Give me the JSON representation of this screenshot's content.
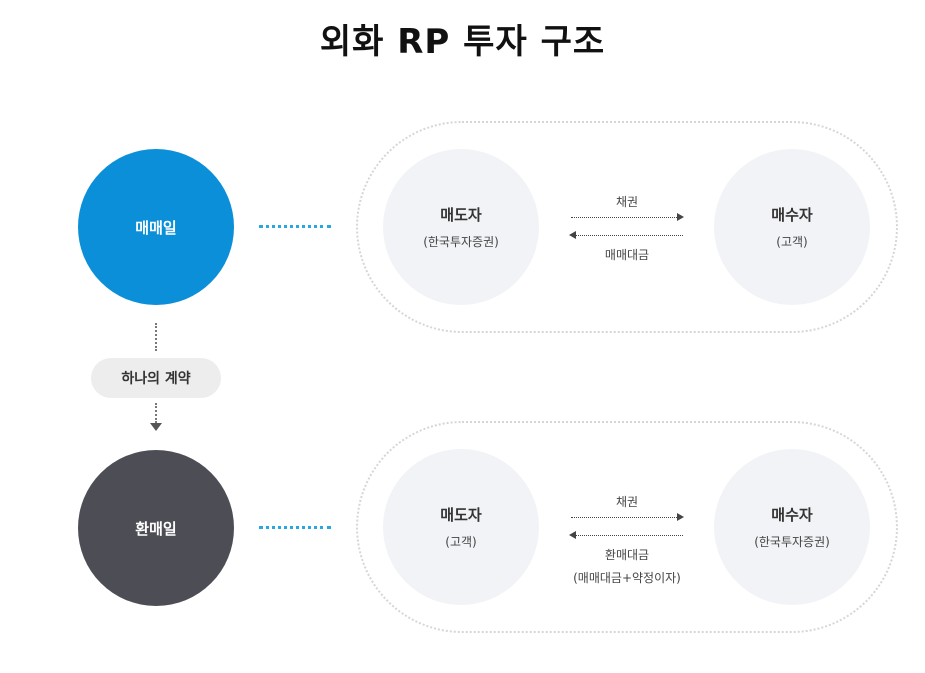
{
  "title": "외화 RP 투자 구조",
  "purchase_date": {
    "label": "매매일",
    "seller": {
      "name": "매도자",
      "detail": "(한국투자증권)"
    },
    "buyer": {
      "name": "매수자",
      "detail": "(고객)"
    },
    "flow_forward": "채권",
    "flow_back": "매매대금"
  },
  "contract_label": "하나의 계약",
  "repurchase_date": {
    "label": "환매일",
    "seller": {
      "name": "매도자",
      "detail": "(고객)"
    },
    "buyer": {
      "name": "매수자",
      "detail": "(한국투자증권)"
    },
    "flow_forward": "채권",
    "flow_back": "환매대금",
    "flow_back_detail": "(매매대금+약정이자)"
  },
  "colors": {
    "purchase_circle": "#0a8fd8",
    "repurchase_circle": "#4d4e55",
    "connector": "#2aa7e0",
    "party_circle": "#f2f3f6"
  }
}
